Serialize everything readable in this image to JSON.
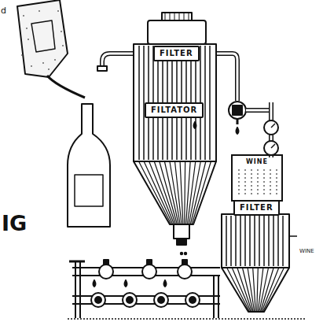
{
  "diagram": {
    "nodes": [
      {
        "text": [
          "FILTER"
        ]
      },
      {
        "text": [
          "FILTATOR"
        ]
      },
      {
        "text": [
          "WINE"
        ]
      },
      {
        "text": [
          "FILTER"
        ]
      }
    ],
    "labels": [
      "d",
      "IG",
      "WINE"
    ]
  }
}
